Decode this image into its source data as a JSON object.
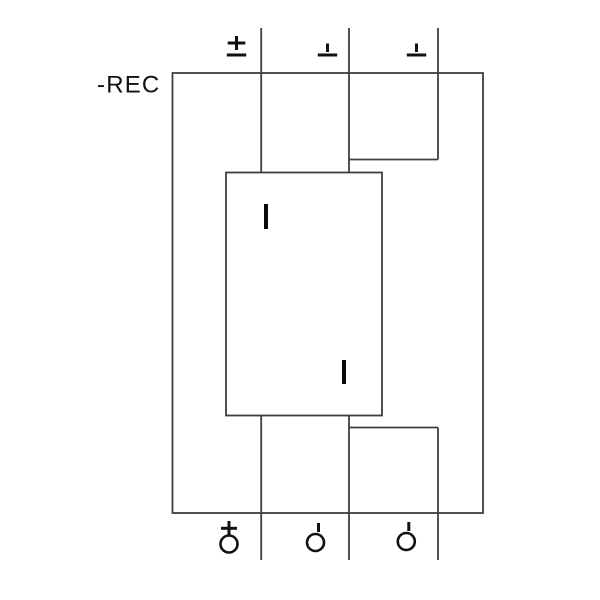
{
  "diagram": {
    "title": "-REC",
    "glyphs": {
      "plus": "+",
      "minus": "−"
    },
    "top_terminals": [
      {
        "symbol": "plus",
        "underlined": true
      },
      {
        "symbol": "minus",
        "underlined": true
      },
      {
        "symbol": "minus",
        "underlined": true
      }
    ],
    "bottom_terminals": [
      {
        "symbol": "plus",
        "connector": "circle"
      },
      {
        "symbol": "minus",
        "connector": "circle"
      },
      {
        "symbol": "minus",
        "connector": "circle"
      }
    ],
    "inner_block_marks": [
      {
        "type": "bar"
      },
      {
        "type": "bar"
      }
    ],
    "colors": {
      "line": "#3f3f3f",
      "symbol": "#111111",
      "background": "#ffffff"
    }
  }
}
